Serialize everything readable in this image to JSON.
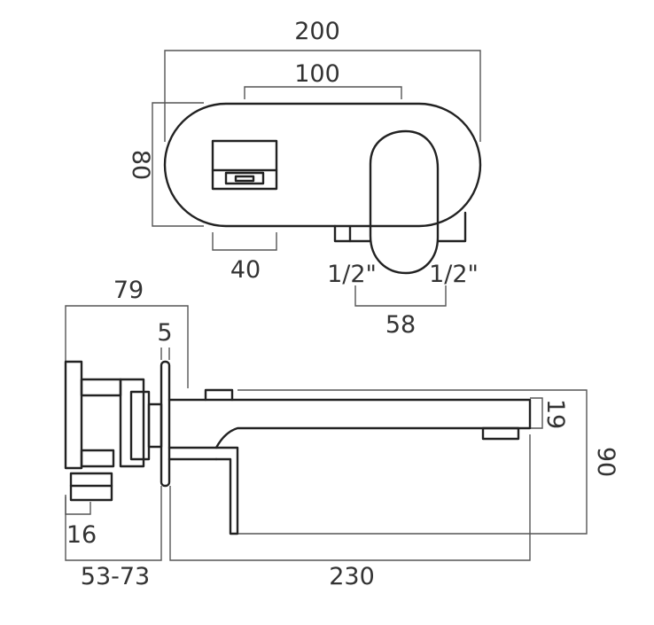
{
  "colors": {
    "line": "#222222",
    "dimension": "#555555",
    "text": "#333333",
    "background": "#ffffff"
  },
  "top_view": {
    "width_overall": "200",
    "width_spout": "100",
    "height": "80",
    "control_width": "40",
    "inlet_left": "1/2\"",
    "inlet_right": "1/2\"",
    "inlet_spacing": "58"
  },
  "side_view": {
    "depth_total": "79",
    "plate_thickness": "5",
    "spout_thickness": "19",
    "overall_height": "90",
    "inlet_stub": "16",
    "wall_depth_range": "53-73",
    "spout_reach": "230"
  }
}
